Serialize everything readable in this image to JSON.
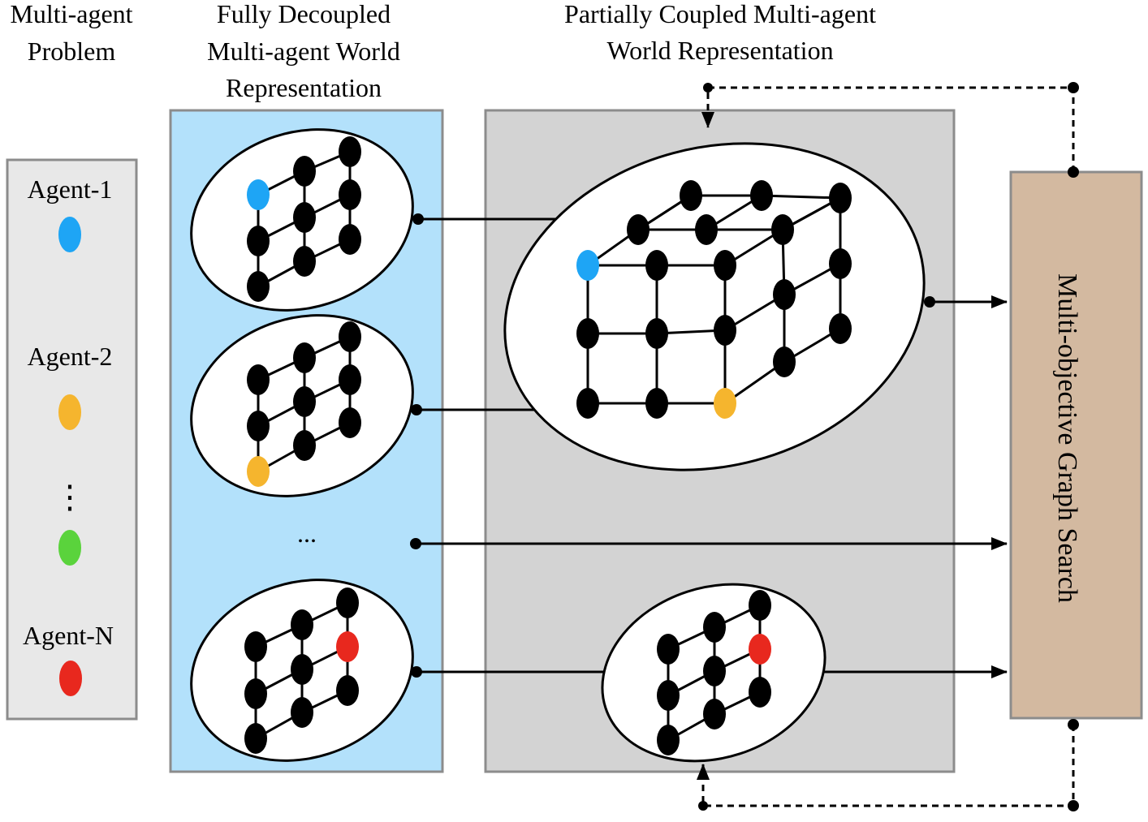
{
  "titles": {
    "problem": [
      "Multi-agent",
      "Problem"
    ],
    "decoupled": [
      "Fully Decoupled",
      "Multi-agent World",
      "Representation"
    ],
    "coupled": [
      "Partially Coupled Multi-agent",
      "World Representation"
    ]
  },
  "agents": {
    "a1": {
      "label": "Agent-1",
      "color": "#1ea5f5"
    },
    "a2": {
      "label": "Agent-2",
      "color": "#f5b52e"
    },
    "a3": {
      "label": "",
      "color": "#5ad33c"
    },
    "aN": {
      "label": "Agent-N",
      "color": "#e8281e"
    },
    "vdots": "⋮"
  },
  "decoupled_ellipsis": "...",
  "search_label": "Multi-objective Graph Search",
  "colors": {
    "problem_panel": "#e8e8e8",
    "decoupled_panel": "#b3e1fb",
    "coupled_panel": "#d3d3d3",
    "search_box": "#d3b9a0",
    "panel_border": "#8c8c8c",
    "node": "#000000"
  }
}
